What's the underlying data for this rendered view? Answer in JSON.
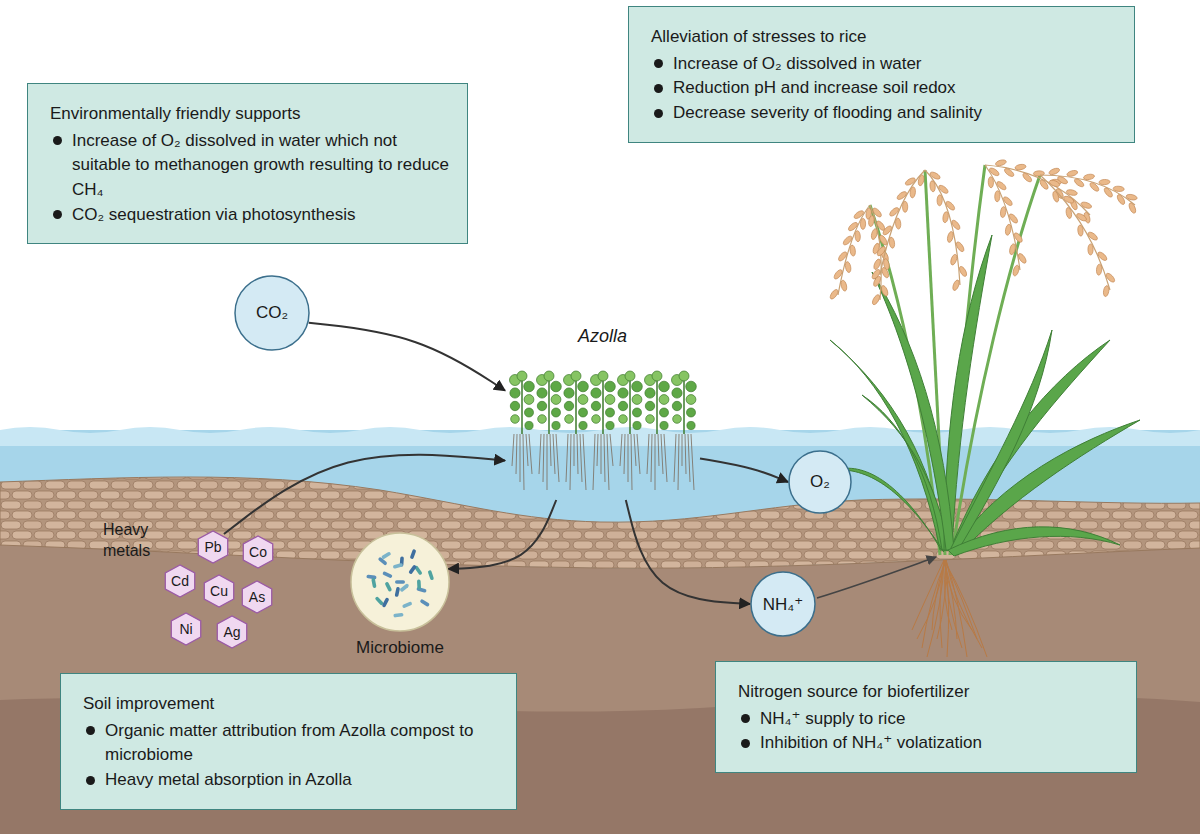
{
  "diagram": {
    "nodes": [
      {
        "text": [
          "Environmentally friendly supports",
          "Increase of O₂ dissolved in water which not suitable to methanogen growth resulting to reduce CH₄",
          "CO₂ sequestration via photosynthesis"
        ]
      },
      {
        "text": [
          "Alleviation of stresses to rice",
          "Increase of O₂ dissolved in water",
          "Reduction pH and increase soil redox",
          "Decrease severity of flooding and salinity"
        ]
      },
      {
        "text": [
          "CO₂"
        ]
      },
      {
        "text": [
          "Azolla"
        ]
      },
      {
        "text": [
          "O₂"
        ]
      },
      {
        "text": [
          "Pb"
        ]
      },
      {
        "text": [
          "Co"
        ]
      },
      {
        "text": [
          "Cd"
        ]
      },
      {
        "text": [
          "Cu"
        ]
      },
      {
        "text": [
          "As"
        ]
      },
      {
        "text": [
          "Ni"
        ]
      },
      {
        "text": [
          "Ag"
        ]
      },
      {
        "text": [
          "Microbiome"
        ]
      },
      {
        "text": [
          "NH₄⁺"
        ]
      },
      {
        "text": [
          "Soil improvement",
          "Organic matter attribution from Azolla compost to microbiome",
          "Heavy metal absorption in Azolla"
        ]
      },
      {
        "text": [
          "Nitrogen source for biofertilizer",
          "NH₄⁺ supply to rice",
          "Inhibition of NH₄⁺ volatization"
        ]
      }
    ],
    "edges": [
      {
        "from": 2,
        "to": 3,
        "arrow": "to"
      },
      {
        "from": 5,
        "to": 3,
        "arrow": "to"
      },
      {
        "from": 3,
        "to": 12,
        "arrow": "to"
      },
      {
        "from": 3,
        "to": 4,
        "arrow": "to"
      },
      {
        "from": 3,
        "to": 13,
        "arrow": "to"
      }
    ],
    "labels": [
      "Heavy metals"
    ]
  }
}
